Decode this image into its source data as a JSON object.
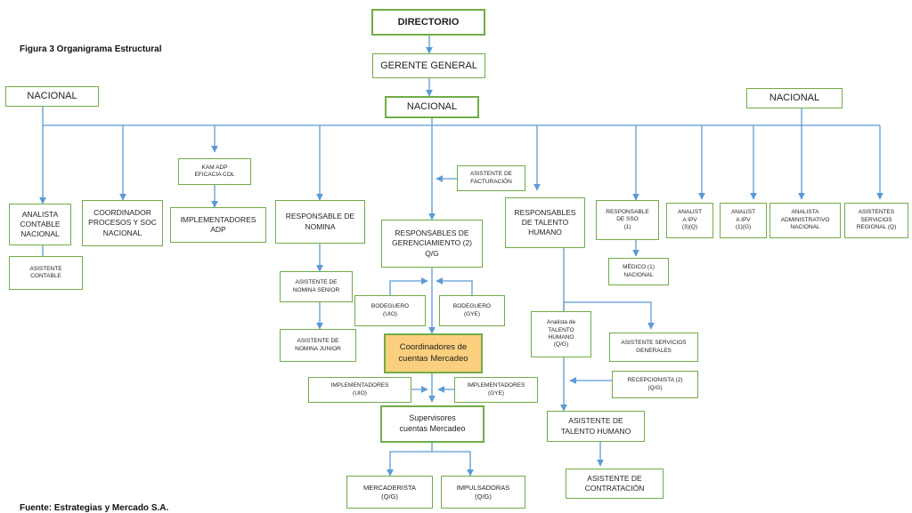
{
  "figure_title": "Figura 3  Organigrama Estructural",
  "source": "Fuente: Estrategias y Mercado S.A.",
  "colors": {
    "border": "#70ad47",
    "arrow": "#5b9bd5",
    "highlight": "#fbcf7e"
  },
  "nodes": {
    "directorio": "DIRECTORIO",
    "gerente_general": "GERENTE GENERAL",
    "nacional_left": "NACIONAL",
    "nacional_center": "NACIONAL",
    "nacional_right": "NACIONAL",
    "kam_adp": "KAM ADP\nEFICACIA COL",
    "asistente_facturacion": "ASISTENTE DE\nFACTURACIÓN",
    "analista_contable": "ANALISTA\nCONTABLE\nNACIONAL",
    "asistente_contable": "ASISTENTE\nCONTABLE",
    "coordinador_procesos": "COORDINADOR\nPROCESOS Y SOC\nNACIONAL",
    "implementadores_adp": "IMPLEMENTADORES\nADP",
    "responsable_nomina": "RESPONSABLE DE\nNOMINA",
    "asistente_nomina_senior": "ASISTENTE DE\nNOMINA SENIOR",
    "asistente_nomina_junior": "ASISTENTE DE\nNOMINA JUNIOR",
    "responsables_gerenciamiento": "RESPONSABLES DE\nGERENCIAMIENTO (2)\nQ/G",
    "bodeguero_uio": "BODEGUERO\n(UIO)",
    "bodeguero_gye": "BODEGUERO\n(GYE)",
    "coordinadores_mercadeo": "Coordinadores de\ncuentas Mercadeo",
    "implementadores_uio": "IMPLEMENTADORES\n(UIO)",
    "implementadores_gye": "IMPLEMENTADORES\n(GYE)",
    "supervisores_mercadeo": "Supervisores\ncuentas Mercadeo",
    "mercaderista": "MERCADERISTA\n(Q/G)",
    "impulsadoras": "IMPULSADORAS\n(Q/G)",
    "responsables_talento": "RESPONSABLES\nDE TALENTO\nHUMANO",
    "analista_talento": "Analista de\nTALENTO\nHUMANO\n(Q/G)",
    "asistente_servicios_generales": "ASISTENTE SERVICIOS\nGENERALES",
    "recepcionista": "RECEPCIONISTA (2)\n(Q/G)",
    "asistente_talento": "ASISTENTE DE\nTALENTO HUMANO",
    "asistente_contratacion": "ASISTENTE DE\nCONTRATACIÓN",
    "responsable_sso": "RESPONSABLE\nDE SSO\n(1)",
    "medico": "MÉDICO (1)\nNACIONAL",
    "analista_ipv_q": "ANALIST\nA IPV\n(3)(Q)",
    "analista_ipv_g": "ANALIST\nA IPV\n(1)(G)",
    "analista_administrativo": "ANALISTA\nADMINISTRATIVO\nNACIONAL",
    "asistentes_servicios_regional": "ASISTENTES\nSERVICIOS\nREGIONAL (Q)"
  }
}
